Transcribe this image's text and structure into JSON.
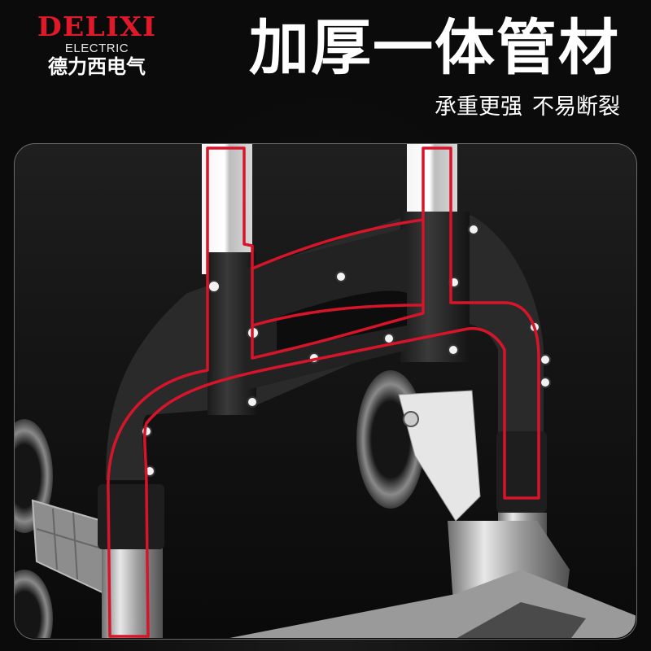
{
  "brand": {
    "name": "DELIXI",
    "subtitle": "ELECTRIC",
    "chinese_name": "德力西电气",
    "color": "#e0192a"
  },
  "headline": "加厚一体管材",
  "tagline": {
    "part1": "承重更强",
    "part2": "不易断裂"
  },
  "product_image": {
    "subject": "folding hand truck handle and frame",
    "highlight_color": "#d6152a",
    "callout": "red outline tracing the integrated thickened tubing"
  },
  "colors": {
    "background": "#0b0b0b",
    "panel": "#1d1d1d",
    "panel_border": "#6a6a6a",
    "text": "#ffffff"
  }
}
